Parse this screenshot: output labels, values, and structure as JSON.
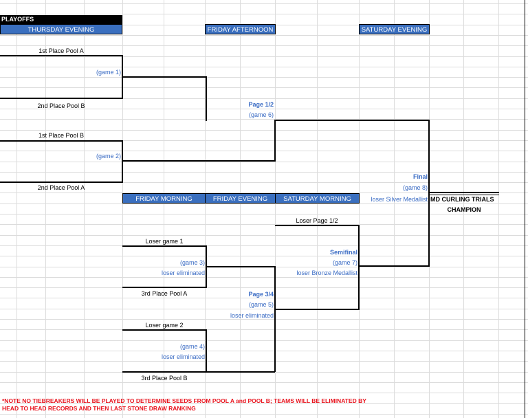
{
  "header": {
    "title": "PLAYOFFS",
    "thursday_evening": "THURSDAY EVENING",
    "friday_afternoon": "FRIDAY AFTERNOON",
    "saturday_evening": "SATURDAY EVENING",
    "friday_morning": "FRIDAY MORNING",
    "friday_evening": "FRIDAY EVENING",
    "saturday_morning": "SATURDAY MORNING"
  },
  "bracket": {
    "first_a": "1st Place Pool A",
    "game1": "(game 1)",
    "second_b": "2nd Place Pool B",
    "first_b": "1st Place Pool B",
    "game2": "(game 2)",
    "second_a": "2nd Place Pool A",
    "page12": "Page 1/2",
    "game6": "(game 6)",
    "final": "Final",
    "game8": "(game 8)",
    "silver": "loser Silver Medallist",
    "champion1": "MD CURLING TRIALS",
    "champion2": "CHAMPION",
    "loser_page12": "Loser Page 1/2",
    "semifinal": "Semifinal",
    "game7": "(game 7)",
    "bronze": "loser Bronze Medallist",
    "loser_game1": "Loser game 1",
    "game3": "(game 3)",
    "elim3": "loser eliminated",
    "third_a": "3rd Place Pool A",
    "page34": "Page 3/4",
    "game5": "(game 5)",
    "elim5": "loser eliminated",
    "loser_game2": "Loser game 2",
    "game4": "(game 4)",
    "elim4": "loser eliminated",
    "third_b": "3rd Place Pool B"
  },
  "note": {
    "line1": "*NOTE NO TIEBREAKERS WILL BE PLAYED TO DETERMINE SEEDS FROM POOL A and POOL B; TEAMS WILL BE ELIMINATED BY",
    "line2": "HEAD TO HEAD RECORDS AND THEN LAST STONE DRAW RANKING"
  }
}
